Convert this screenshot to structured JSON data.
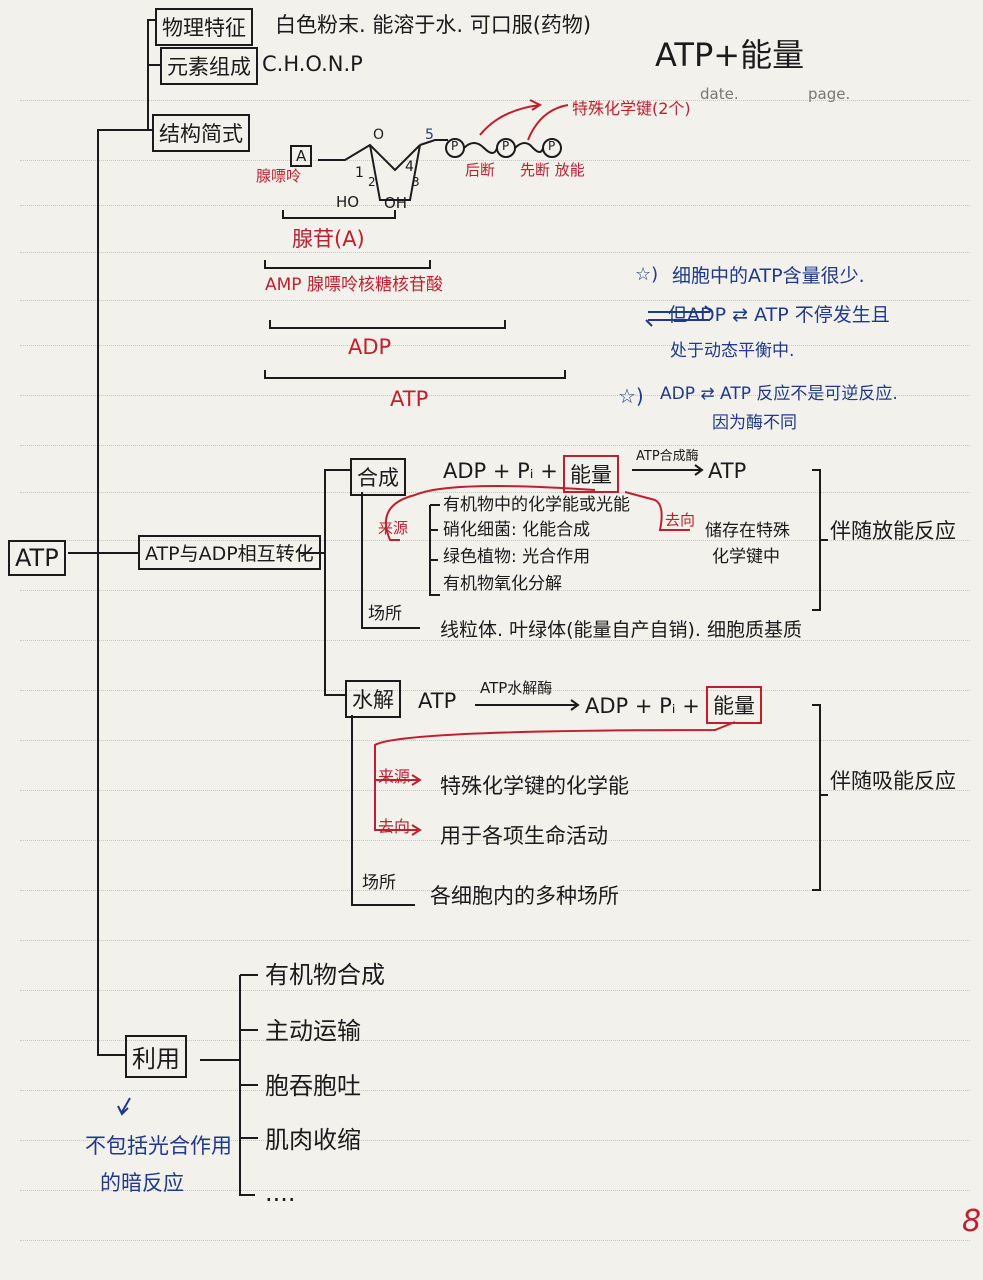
{
  "title": "ATP+能量",
  "header": {
    "date_label": "date.",
    "page_label": "page."
  },
  "root": "ATP",
  "physical": {
    "label": "物理特征",
    "text": "白色粉末. 能溶于水. 可口服(药物)"
  },
  "elements": {
    "label": "元素组成",
    "text": "C.H.O.N.P"
  },
  "structure": {
    "label": "结构简式",
    "base": "A",
    "base_name": "腺嘌呤",
    "o": "O",
    "n5": "5",
    "n4": "4",
    "n1": "1",
    "n2": "2",
    "n3": "3",
    "ho": "HO",
    "oh": "OH",
    "p": [
      "P",
      "P",
      "P"
    ],
    "bond_note": "特殊化学键(2个)",
    "break_late": "后断",
    "break_first": "先断 放能",
    "adenosine": "腺苷(A)",
    "amp": "AMP 腺嘌呤核糖核苷酸",
    "adp": "ADP",
    "atp": "ATP"
  },
  "notes": {
    "note1": [
      "细胞中的ATP含量很少.",
      "但ADP ⇄ ATP 不停发生且",
      "处于动态平衡中."
    ],
    "note2": [
      "ADP ⇄ ATP 反应不是可逆反应.",
      "因为酶不同"
    ]
  },
  "conversion": {
    "label": "ATP与ADP相互转化",
    "synthesis": {
      "label": "合成",
      "equation": "ADP + Pᵢ +",
      "energy": "能量",
      "enzyme": "ATP合成酶",
      "product": "ATP",
      "source_label": "来源",
      "sources": [
        "有机物中的化学能或光能",
        "硝化细菌: 化能合成",
        "绿色植物: 光合作用",
        "有机物氧化分解"
      ],
      "dest_label": "去向",
      "dest": [
        "储存在特殊",
        "化学键中"
      ],
      "site_label": "场所",
      "site": "线粒体. 叶绿体(能量自产自销). 细胞质基质",
      "accompany": "伴随放能反应"
    },
    "hydrolysis": {
      "label": "水解",
      "reactant": "ATP",
      "enzyme": "ATP水解酶",
      "equation": "ADP + Pᵢ +",
      "energy": "能量",
      "source_label": "来源",
      "source": "特殊化学键的化学能",
      "dest_label": "去向",
      "dest": "用于各项生命活动",
      "site_label": "场所",
      "site": "各细胞内的多种场所",
      "accompany": "伴随吸能反应"
    }
  },
  "use": {
    "label": "利用",
    "items": [
      "有机物合成",
      "主动运输",
      "胞吞胞吐",
      "肌肉收缩",
      "...."
    ],
    "note": [
      "不包括光合作用",
      "的暗反应"
    ]
  },
  "page_number": "8",
  "colors": {
    "ink": "#1b1b1b",
    "red": "#c0202e",
    "blue": "#1f3a8c",
    "paper": "#f3f1ec"
  }
}
